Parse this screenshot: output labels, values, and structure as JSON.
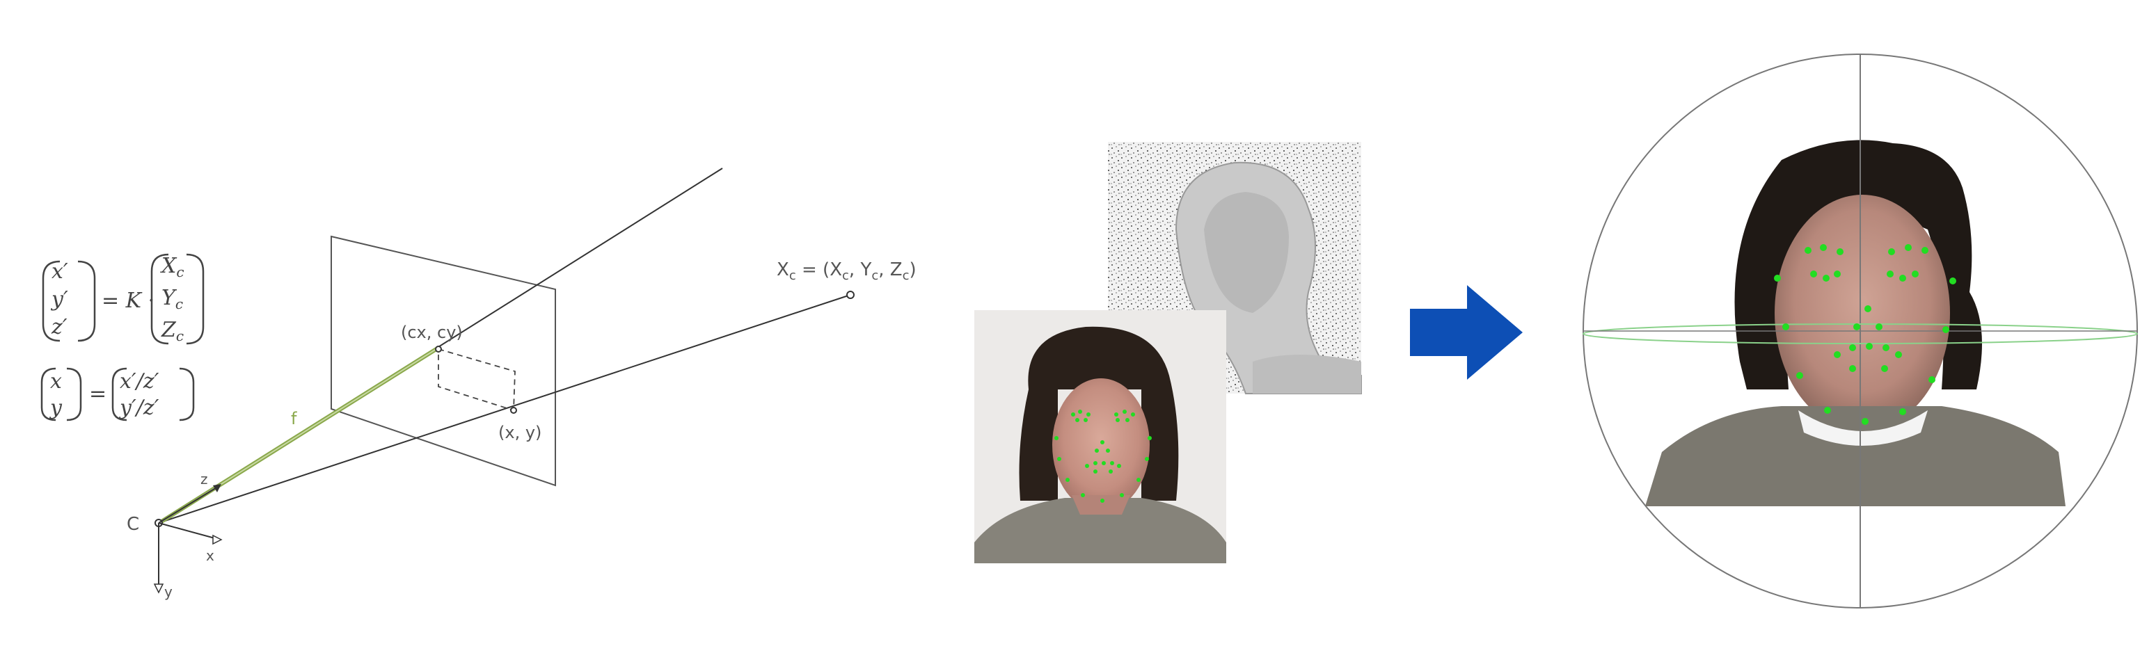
{
  "equations": {
    "projection": {
      "lhs": [
        "x′",
        "y′",
        "z′"
      ],
      "operator": "= K ·",
      "rhs": [
        "X",
        "Y",
        "Z"
      ],
      "rhs_subscript": "c"
    },
    "normalization": {
      "lhs": [
        "x",
        "y"
      ],
      "operator": "=",
      "rhs": [
        "x′/z′",
        "y′/z′"
      ]
    }
  },
  "camera_diagram": {
    "camera_center": "C",
    "axis_z": "z",
    "axis_x": "x",
    "axis_y": "y",
    "focal_length": "f",
    "principal_point": "(cx, cy)",
    "image_point": "(x, y)",
    "world_point": {
      "prefix": "X",
      "prefix_sub": "c",
      "eq": " = (",
      "a": "X",
      "a_sub": "c",
      "sep1": ", ",
      "b": "Y",
      "b_sub": "c",
      "sep2": ", ",
      "c": "Z",
      "c_sub": "c",
      "close": ")"
    }
  },
  "colors": {
    "line": "#333333",
    "focal_green": "#8aa84b",
    "landmark_green": "#22dd22",
    "arrow_blue": "#0d4fb5",
    "frame_gray": "#555555"
  },
  "icons": {
    "arrow": "arrow-right-icon"
  }
}
